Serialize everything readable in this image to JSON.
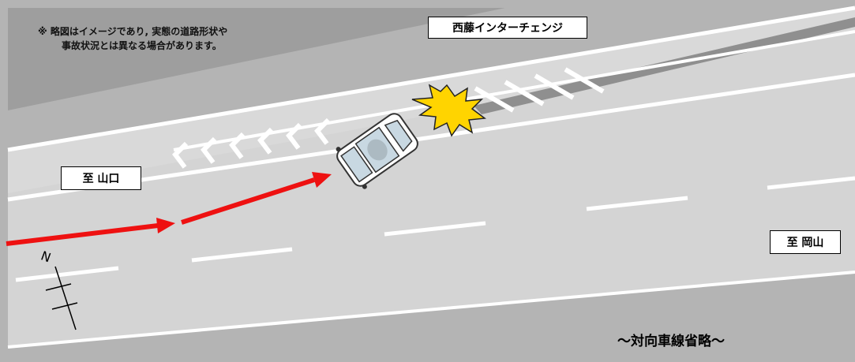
{
  "note": {
    "line1": "※ 略図はイメージであり, 実態の道路形状や",
    "line2": "事故状況とは異なる場合があります。"
  },
  "labels": {
    "interchange": "西藤インターチェンジ",
    "to_yamaguchi": "至 山口",
    "to_okayama": "至 岡山",
    "oncoming_omitted": "～対向車線省略～"
  },
  "compass": {
    "north": "N"
  },
  "icons": {
    "vehicle": "car-icon",
    "collision": "impact-burst-icon",
    "direction": "red-arrow-icon"
  },
  "colors": {
    "road": "#d4d4d4",
    "background": "#b4b4b4",
    "arrow": "#ee1111",
    "impact": "#ffd400"
  }
}
